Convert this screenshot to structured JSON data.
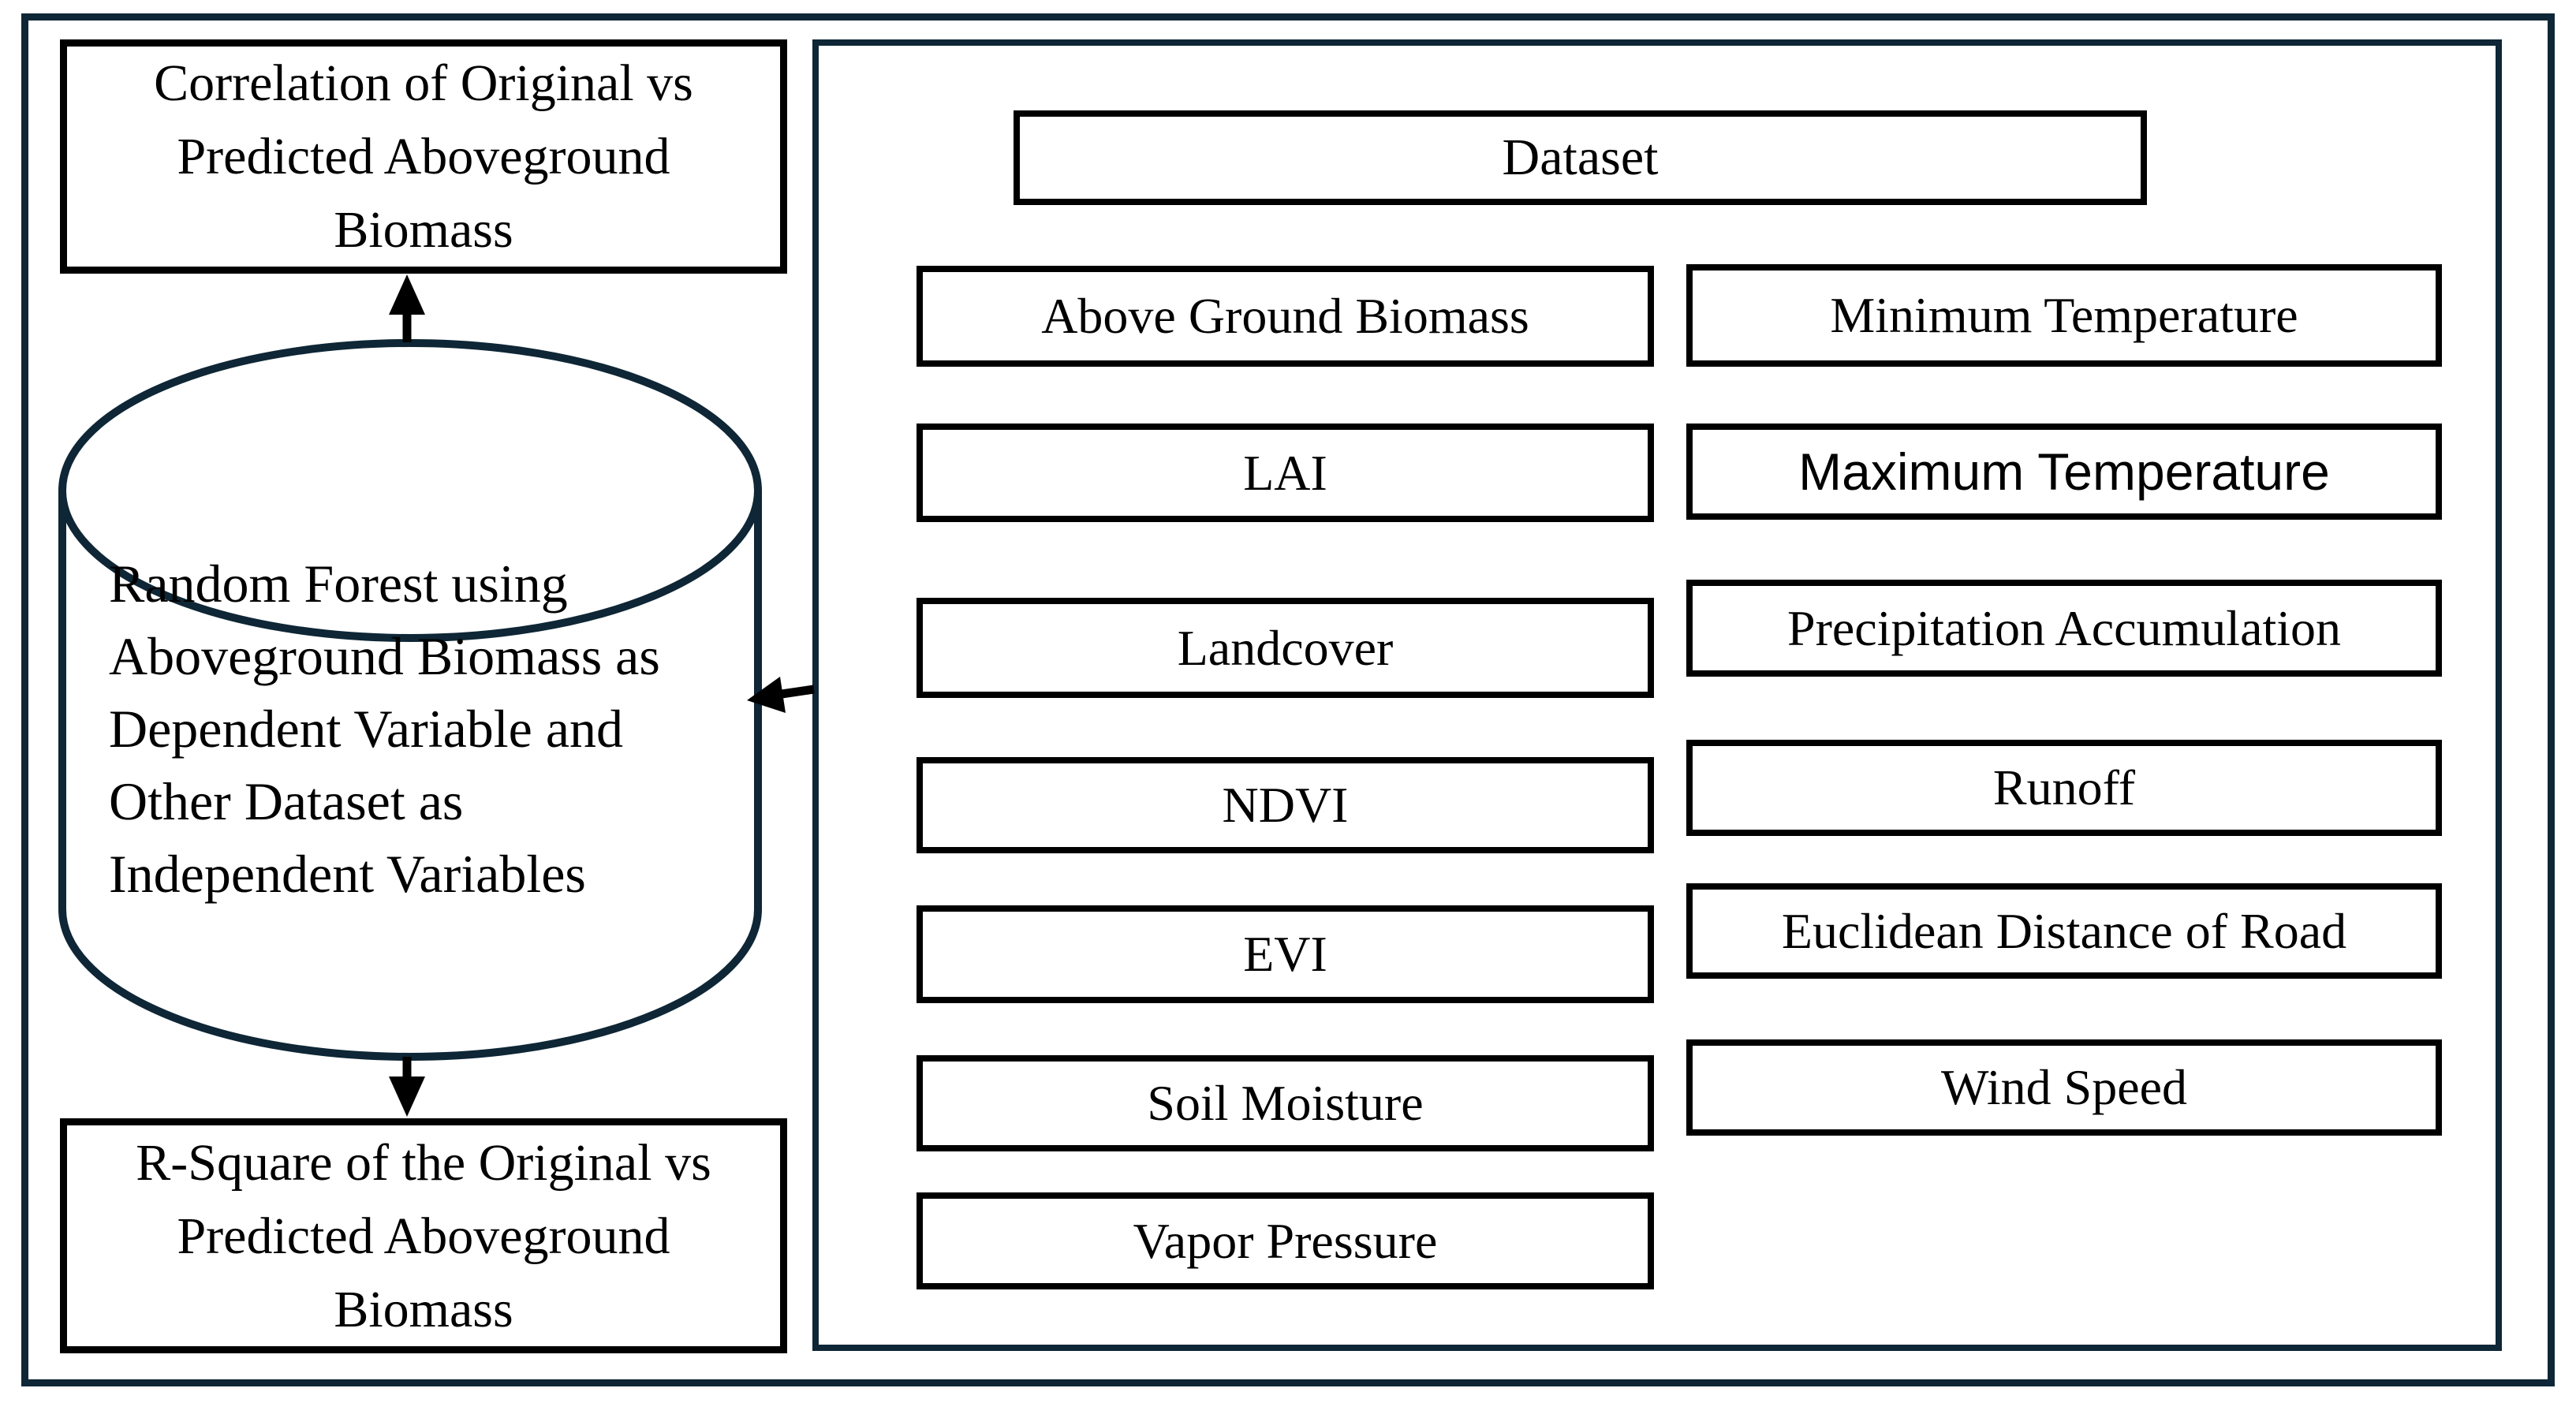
{
  "colors": {
    "frame": "#0e2635",
    "box_border": "#000000",
    "arrow": "#000000",
    "background": "#ffffff",
    "text": "#000000"
  },
  "flow": {
    "correlation_box": {
      "line1": "Correlation of Original vs",
      "line2": "Predicted Aboveground",
      "line3": "Biomass"
    },
    "model_cylinder": {
      "line1": "Random Forest using",
      "line2": "Aboveground Biomass as",
      "line3": "Dependent Variable and",
      "line4": "Other Dataset as",
      "line5": "Independent Variables"
    },
    "rsquare_box": {
      "line1": "R-Square of the Original vs",
      "line2": "Predicted Aboveground",
      "line3": "Biomass"
    }
  },
  "dataset_panel": {
    "header": "Dataset",
    "left_column": [
      "Above Ground Biomass",
      "LAI",
      "Landcover",
      "NDVI",
      "EVI",
      "Soil Moisture",
      "Vapor Pressure"
    ],
    "right_column": [
      "Minimum Temperature",
      "Maximum Temperature",
      "Precipitation Accumulation",
      "Runoff",
      "Euclidean Distance of Road",
      "Wind Speed"
    ]
  }
}
